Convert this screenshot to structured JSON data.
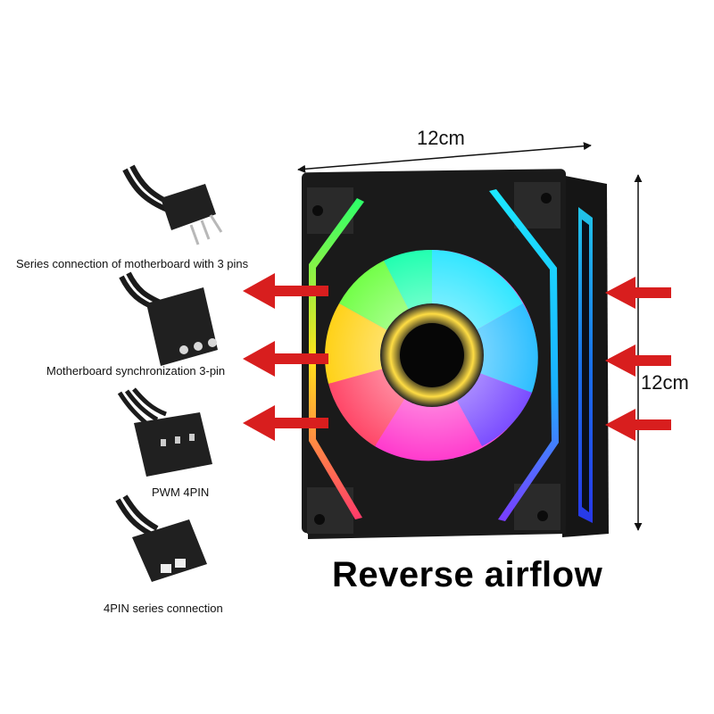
{
  "dimensions": {
    "width_label": "12cm",
    "height_label": "12cm"
  },
  "connectors": [
    {
      "label": "Series connection of motherboard with 3 pins"
    },
    {
      "label": "Motherboard synchronization 3-pin"
    },
    {
      "label": "PWM 4PIN"
    },
    {
      "label": "4PIN series connection"
    }
  ],
  "title": "Reverse airflow",
  "colors": {
    "arrow": "#d81e1e",
    "frame": "#1a1a1a",
    "cable": "#1b1b1b"
  }
}
